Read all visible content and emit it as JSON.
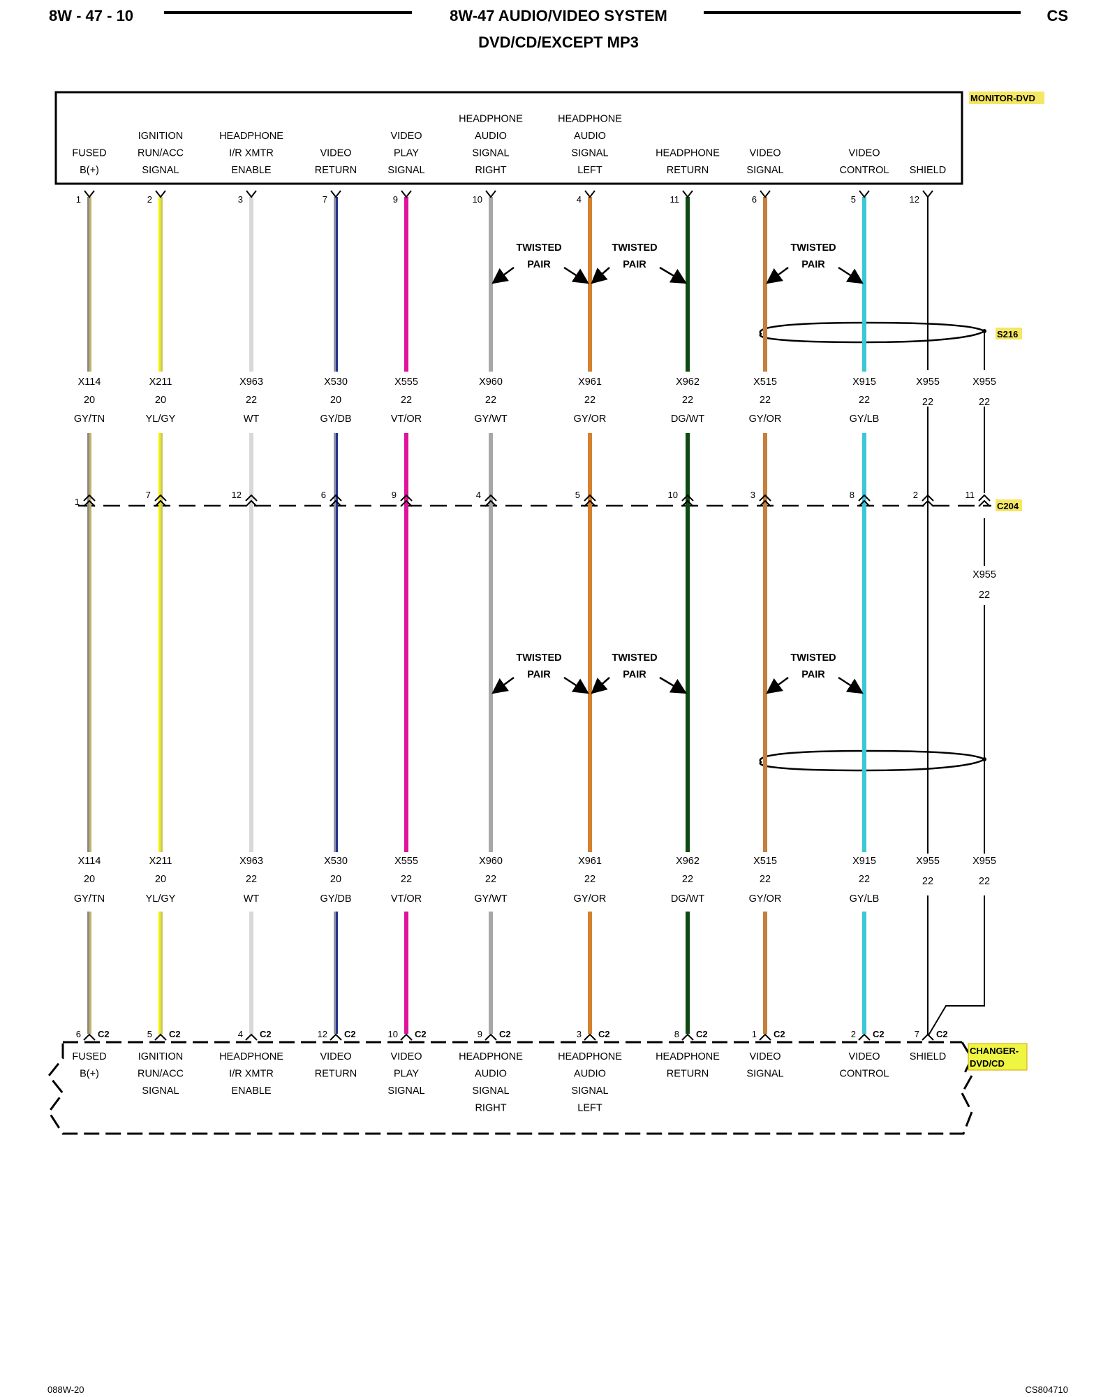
{
  "header": {
    "page_id": "8W - 47 - 10",
    "title": "8W-47 AUDIO/VIDEO SYSTEM",
    "subtitle": "DVD/CD/EXCEPT MP3",
    "section": "CS"
  },
  "components": {
    "top": {
      "name": "MONITOR-DVD",
      "color": "#f5e663"
    },
    "bottom": {
      "name": "CHANGER-DVD/CD",
      "name_line1": "CHANGER-",
      "name_line2": "DVD/CD",
      "color": "#eef542",
      "connector": "C2"
    }
  },
  "splice": {
    "name": "S216",
    "color": "#f5e663"
  },
  "inline_connector": {
    "name": "C204",
    "color": "#f5e663"
  },
  "twisted_pair_label": {
    "line1": "TWISTED",
    "line2": "PAIR"
  },
  "circuits": [
    {
      "function_lines": [
        "FUSED",
        "B(+)"
      ],
      "top_pin": "1",
      "circuit": "X114",
      "gauge": "20",
      "color_code": "GY/TN",
      "c204_pin": "1",
      "c2_pin": "6",
      "colors": [
        "#8d8a86",
        "#c3b46a"
      ]
    },
    {
      "function_lines": [
        "IGNITION",
        "RUN/ACC",
        "SIGNAL"
      ],
      "top_pin": "2",
      "circuit": "X211",
      "gauge": "20",
      "color_code": "YL/GY",
      "c204_pin": "7",
      "c2_pin": "5",
      "colors": [
        "#f4f000",
        "#c8c86a"
      ]
    },
    {
      "function_lines": [
        "HEADPHONE",
        "I/R XMTR",
        "ENABLE"
      ],
      "top_pin": "3",
      "circuit": "X963",
      "gauge": "22",
      "color_code": "WT",
      "c204_pin": "12",
      "c2_pin": "4",
      "colors": [
        "#d8d8d8",
        "#d8d8d8"
      ]
    },
    {
      "function_lines": [
        "VIDEO",
        "RETURN"
      ],
      "top_pin": "7",
      "circuit": "X530",
      "gauge": "20",
      "color_code": "GY/DB",
      "c204_pin": "6",
      "c2_pin": "12",
      "colors": [
        "#8f94a6",
        "#23348f"
      ]
    },
    {
      "function_lines": [
        "VIDEO",
        "PLAY",
        "SIGNAL"
      ],
      "top_pin": "9",
      "circuit": "X555",
      "gauge": "22",
      "color_code": "VT/OR",
      "c204_pin": "9",
      "c2_pin": "10",
      "colors": [
        "#e0119a",
        "#e0119a"
      ]
    },
    {
      "function_lines": [
        "HEADPHONE",
        "AUDIO",
        "SIGNAL",
        "RIGHT"
      ],
      "top_pin": "10",
      "circuit": "X960",
      "gauge": "22",
      "color_code": "GY/WT",
      "c204_pin": "4",
      "c2_pin": "9",
      "colors": [
        "#a7a7a7",
        "#a7a7a7"
      ]
    },
    {
      "function_lines": [
        "HEADPHONE",
        "AUDIO",
        "SIGNAL",
        "LEFT"
      ],
      "top_pin": "4",
      "circuit": "X961",
      "gauge": "22",
      "color_code": "GY/OR",
      "c204_pin": "5",
      "c2_pin": "3",
      "colors": [
        "#d4822f",
        "#d4822f"
      ]
    },
    {
      "function_lines": [
        "HEADPHONE",
        "RETURN"
      ],
      "top_pin": "11",
      "circuit": "X962",
      "gauge": "22",
      "color_code": "DG/WT",
      "c204_pin": "10",
      "c2_pin": "8",
      "colors": [
        "#0e4a12",
        "#0e4a12"
      ]
    },
    {
      "function_lines": [
        "VIDEO",
        "SIGNAL"
      ],
      "top_pin": "6",
      "circuit": "X515",
      "gauge": "22",
      "color_code": "GY/OR",
      "c204_pin": "3",
      "c2_pin": "1",
      "colors": [
        "#c4803c",
        "#c4803c"
      ]
    },
    {
      "function_lines": [
        "VIDEO",
        "CONTROL"
      ],
      "top_pin": "5",
      "circuit": "X915",
      "gauge": "22",
      "color_code": "GY/LB",
      "c204_pin": "8",
      "c2_pin": "2",
      "colors": [
        "#3cc7d6",
        "#3cc7d6"
      ]
    },
    {
      "function_lines": [
        "SHIELD"
      ],
      "top_pin": "12",
      "circuit": "X955",
      "gauge": "22",
      "color_code": "",
      "c204_pin": "2",
      "c2_pin": "7",
      "colors": [
        "#000000",
        "#000000"
      ]
    },
    {
      "function_lines": [],
      "top_pin": "",
      "circuit": "X955",
      "gauge": "22",
      "color_code": "",
      "c204_pin": "11",
      "c2_pin": "",
      "colors": [
        "#000000",
        "#000000"
      ]
    }
  ],
  "drain_mid_label": {
    "circuit": "X955",
    "gauge": "22"
  },
  "footer": {
    "left": "088W-20",
    "right": "CS804710"
  }
}
